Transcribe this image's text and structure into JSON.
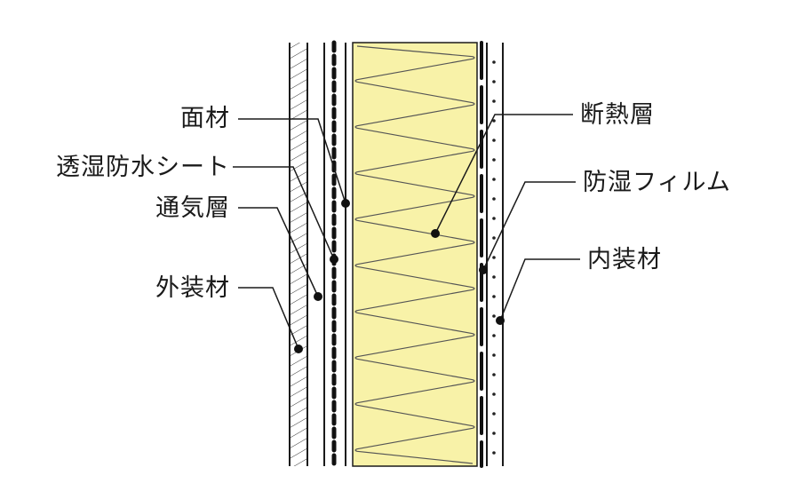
{
  "labels": {
    "menzai": "面材",
    "toshitsu_bosui_sheet": "透湿防水シート",
    "tsukisou": "通気層",
    "gaisouzai": "外装材",
    "dannetsusou": "断熱層",
    "boshitsu_film": "防湿フィルム",
    "naisouzai": "内装材"
  },
  "colors": {
    "insulation_fill": "#f8f2a8",
    "line": "#1a1a1a",
    "background": "#ffffff"
  }
}
